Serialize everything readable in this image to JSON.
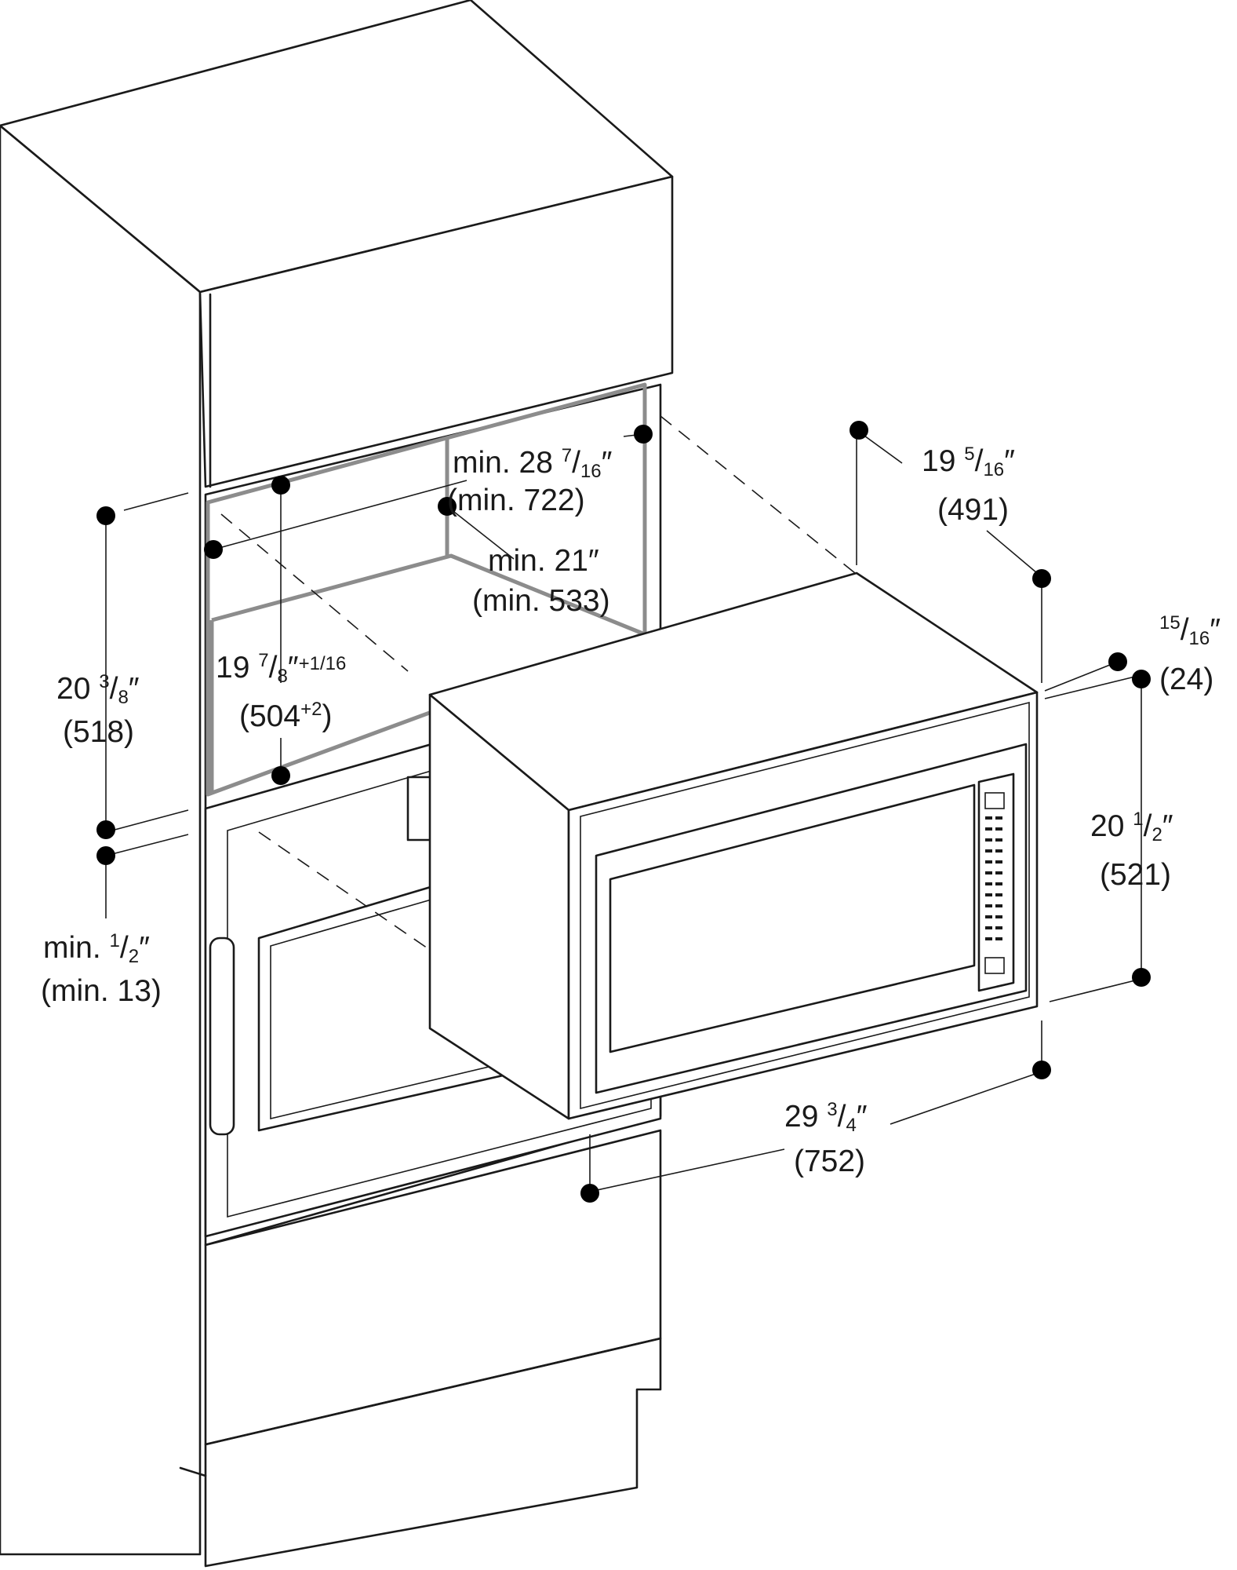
{
  "dimensions": [
    {
      "id": "dim-width",
      "whole": "29",
      "num": "3",
      "den": "4",
      "prefix": "",
      "suffix": "",
      "metric": "(752)"
    },
    {
      "id": "dim-depth",
      "whole": "19",
      "num": "5",
      "den": "16",
      "prefix": "",
      "suffix": "",
      "metric": "(491)"
    },
    {
      "id": "dim-height",
      "whole": "20",
      "num": "1",
      "den": "2",
      "prefix": "",
      "suffix": "",
      "metric": "(521)"
    },
    {
      "id": "dim-frame-depth",
      "whole": "",
      "num": "15",
      "den": "16",
      "prefix": "",
      "suffix": "",
      "metric": "(24)"
    },
    {
      "id": "dim-cutout-width",
      "whole": "28",
      "num": "7",
      "den": "16",
      "prefix": "min. ",
      "suffix": "",
      "metric": "(min. 722)"
    },
    {
      "id": "dim-cutout-depth",
      "whole": "21",
      "num": "",
      "den": "",
      "prefix": "min. ",
      "suffix": "",
      "metric": "(min. 533)"
    },
    {
      "id": "dim-cutout-height",
      "whole": "19",
      "num": "7",
      "den": "8",
      "prefix": "",
      "suffix": "+1/16",
      "metric": "(504",
      "metric_sup": "+2",
      "metric_end": ")"
    },
    {
      "id": "dim-side-height",
      "whole": "20",
      "num": "3",
      "den": "8",
      "prefix": "",
      "suffix": "",
      "metric": "(518)"
    },
    {
      "id": "dim-min-gap",
      "whole": "",
      "num": "1",
      "den": "2",
      "prefix": "min. ",
      "suffix": "",
      "metric": "(min. 13)"
    }
  ],
  "inch_mark": "″",
  "slash": "/"
}
